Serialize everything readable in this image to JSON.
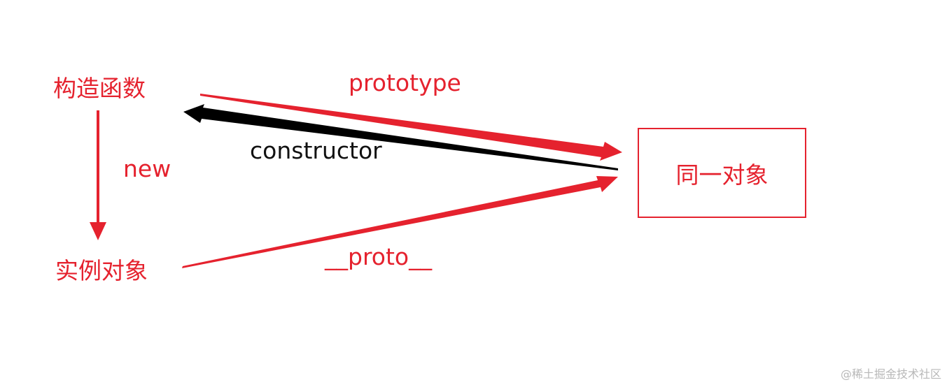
{
  "nodes": {
    "constructor_fn": "构造函数",
    "instance": "实例对象",
    "shared_object": "同一对象"
  },
  "edges": {
    "prototype": "prototype",
    "new": "new",
    "constructor": "constructor",
    "proto": "__proto__"
  },
  "watermark": "@稀土掘金技术社区",
  "colors": {
    "red": "#e5222e",
    "black": "#000000",
    "watermark": "#b8b8b8"
  }
}
